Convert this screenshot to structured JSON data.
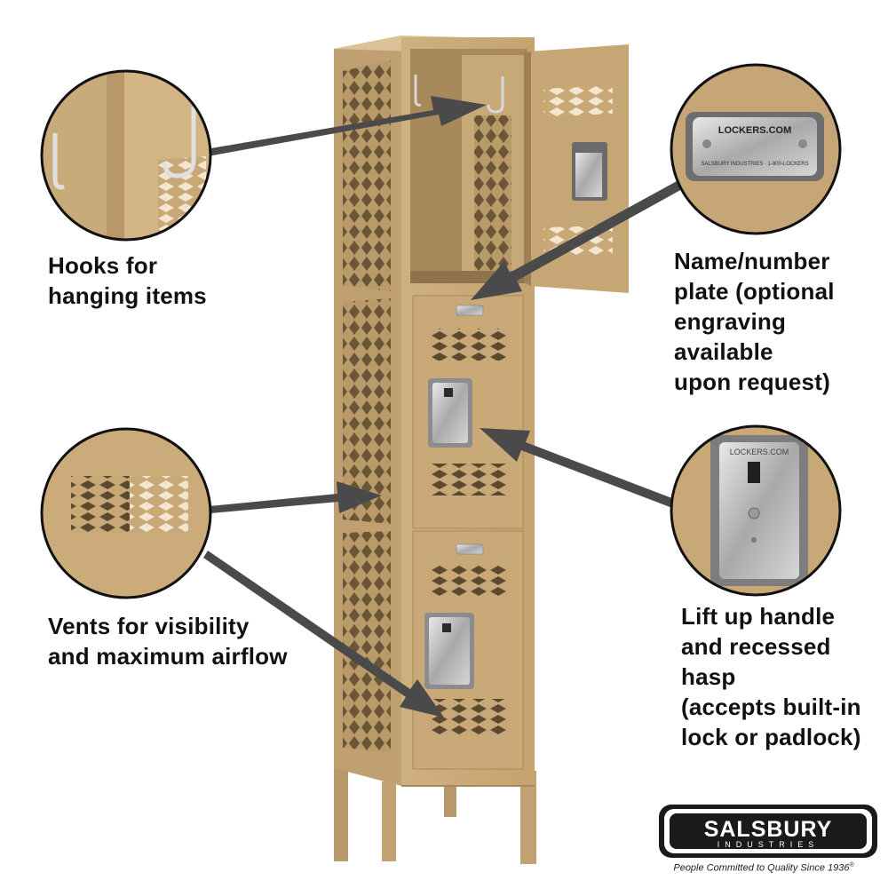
{
  "callouts": {
    "hooks": "Hooks for\nhanging items",
    "plate": "Name/number\nplate (optional\nengraving available\nupon request)",
    "vents": "Vents for visibility\nand maximum airflow",
    "handle": "Lift up handle\nand recessed hasp\n(accepts built-in\nlock or padlock)"
  },
  "plate_text": {
    "title": "LOCKERS.COM",
    "subtitle": "SALSBURY INDUSTRIES · 1-800-LOCKERS"
  },
  "handle_text": "LOCKERS.COM",
  "brand": {
    "name": "SALSBURY",
    "division": "INDUSTRIES",
    "tagline": "People Committed to Quality Since 1936",
    "mark": "®"
  },
  "colors": {
    "locker": "#c9a877",
    "locker_shadow": "#a8895c",
    "locker_light": "#dcc196",
    "arrow": "#4a4a4a",
    "circle_border": "#111111"
  }
}
